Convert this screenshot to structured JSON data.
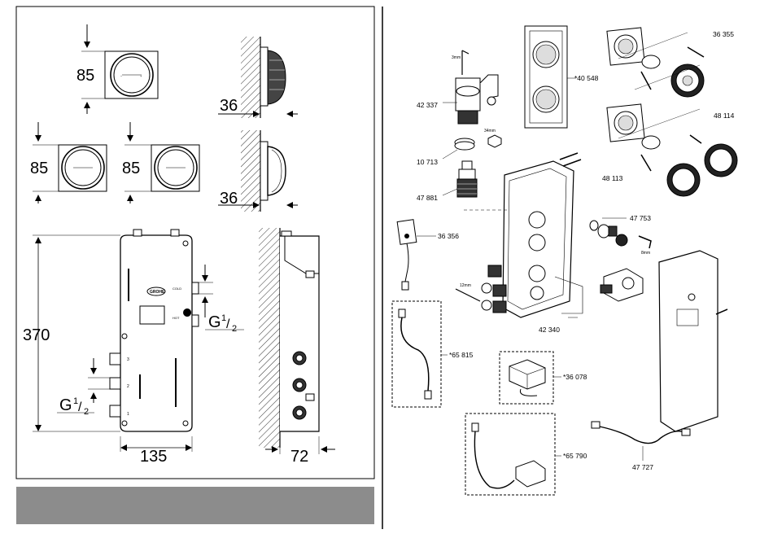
{
  "left_panel": {
    "dims": {
      "top_button_height": "85",
      "left_button_height": "85",
      "right_button_height": "85",
      "depth_top": "36",
      "depth_bottom": "36",
      "body_height": "370",
      "body_width": "135",
      "body_depth": "72",
      "thread_right_main": "G",
      "thread_right_num": "1",
      "thread_right_den": "2",
      "thread_left_main": "G",
      "thread_left_num": "1",
      "thread_left_den": "2"
    },
    "brand": "GROHE",
    "port_labels": {
      "cold": "COLD",
      "hot": "HOT",
      "p1": "1",
      "p2": "2",
      "p3": "3"
    }
  },
  "right_panel": {
    "parts": {
      "p42337": "42 337",
      "p3mm": "3mm",
      "p40548": "*40 548",
      "p36355": "36 355",
      "p48114": "48 114",
      "p48113": "48 113",
      "p34mm": "34mm",
      "p10713": "10 713",
      "p47881": "47 881",
      "p36356": "36 356",
      "p47753": "47 753",
      "p8mm": "8mm",
      "p12mm": "12mm",
      "p42340": "42 340",
      "p65815": "*65 815",
      "p36078": "*36 078",
      "p65790": "*65 790",
      "p47727": "47 727"
    }
  },
  "colors": {
    "bar": "#8c8c8c",
    "line": "#000000",
    "light": "#d9d9d9"
  }
}
